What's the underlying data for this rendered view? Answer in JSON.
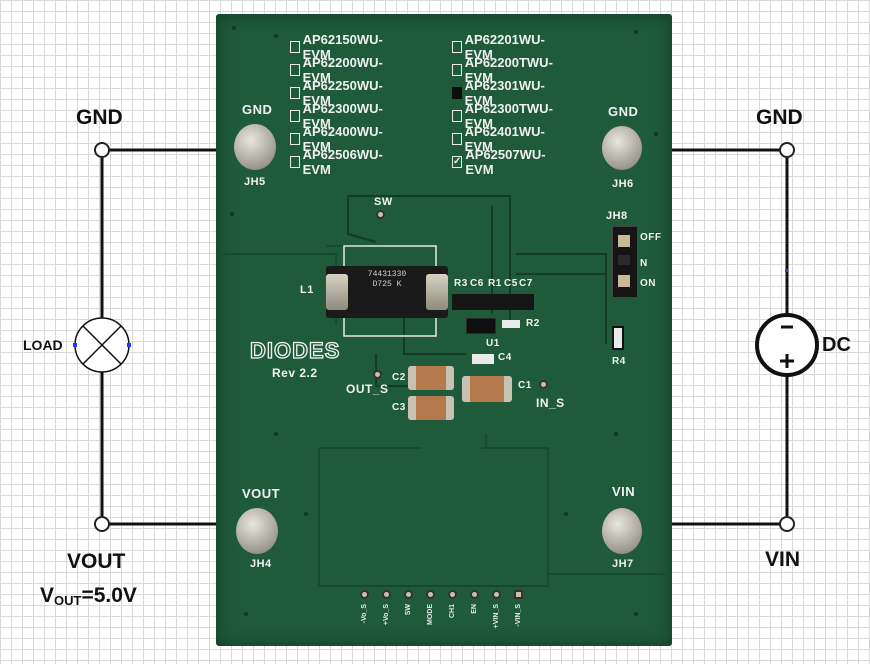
{
  "external": {
    "gnd_left": "GND",
    "gnd_right": "GND",
    "load": "LOAD",
    "dc": "DC",
    "vout": "VOUT",
    "vin": "VIN",
    "vout_spec_prefix": "V",
    "vout_spec_sub": "OUT",
    "vout_spec_value": "=5.0V"
  },
  "board": {
    "variants_left": [
      {
        "label": "AP62150WU-EVM",
        "checked": false
      },
      {
        "label": "AP62200WU-EVM",
        "checked": false
      },
      {
        "label": "AP62250WU-EVM",
        "checked": false
      },
      {
        "label": "AP62300WU-EVM",
        "checked": false
      },
      {
        "label": "AP62400WU-EVM",
        "checked": false
      },
      {
        "label": "AP62506WU-EVM",
        "checked": false
      }
    ],
    "variants_right": [
      {
        "label": "AP62201WU-EVM",
        "checked": false
      },
      {
        "label": "AP62200TWU-EVM",
        "checked": false
      },
      {
        "label": "AP62301WU-EVM",
        "checked": true,
        "mark": "filled"
      },
      {
        "label": "AP62300TWU-EVM",
        "checked": false
      },
      {
        "label": "AP62401WU-EVM",
        "checked": false
      },
      {
        "label": "AP62507WU-EVM",
        "checked": true,
        "mark": "✓"
      }
    ],
    "gnd_left_label": "GND",
    "jh5": "JH5",
    "gnd_right_label": "GND",
    "jh6": "JH6",
    "sw": "SW",
    "jh8": "JH8",
    "off": "OFF",
    "on": "ON",
    "n": "N",
    "l1": "L1",
    "inductor_line1": "74431330",
    "inductor_line2": "D725 K",
    "r3": "R3",
    "c6": "C6",
    "r1": "R1",
    "c5": "C5",
    "c7": "C7",
    "r2": "R2",
    "u1": "U1",
    "c4": "C4",
    "r4": "R4",
    "diodes_logo": "DIODES",
    "rev": "Rev 2.2",
    "c2": "C2",
    "c3": "C3",
    "c1": "C1",
    "out_s": "OUT_S",
    "in_s": "IN_S",
    "vout_label": "VOUT",
    "jh4": "JH4",
    "vin_label": "VIN",
    "jh7": "JH7",
    "header_pins": [
      "-Vo_S",
      "+Vo_S",
      "SW",
      "MODE",
      "CH1",
      "EN",
      "+VIN_S",
      "-VIN_S"
    ]
  }
}
